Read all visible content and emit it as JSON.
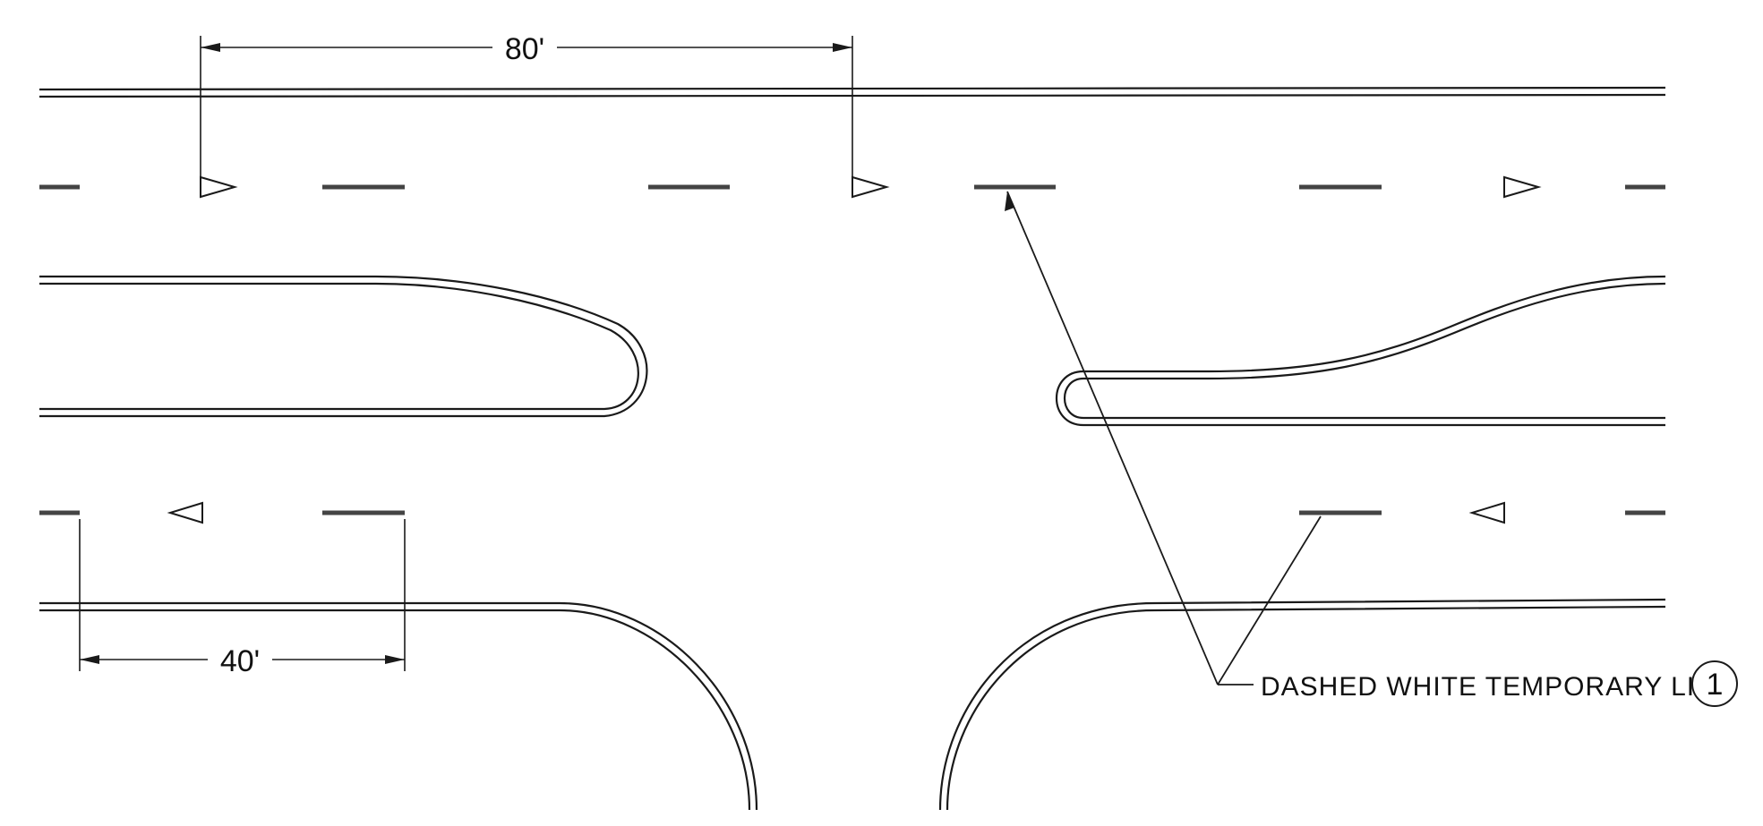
{
  "dimensions": {
    "arrow_spacing": "80'",
    "dash_spacing": "40'"
  },
  "callout": {
    "label": "DASHED WHITE TEMPORARY LINE",
    "note_number": "1"
  }
}
